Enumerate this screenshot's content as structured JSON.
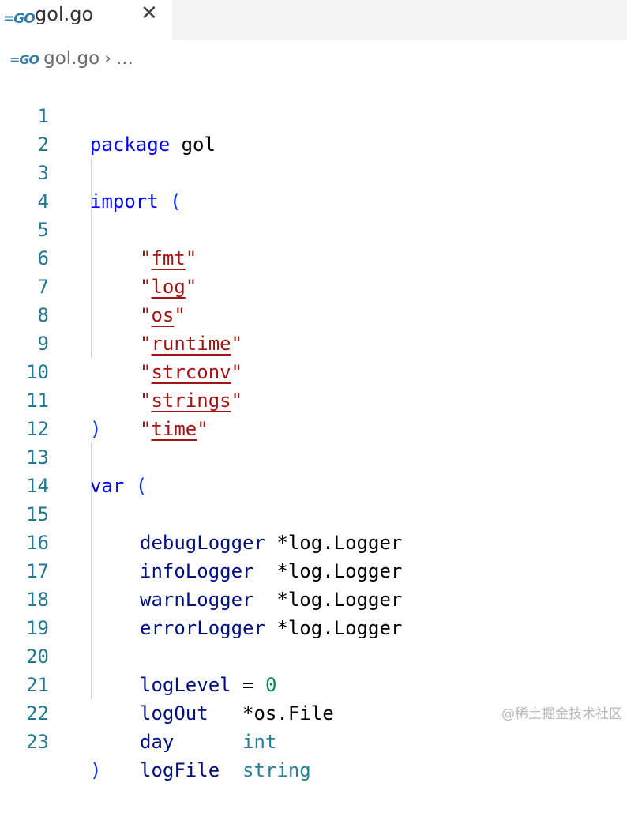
{
  "tab": {
    "logo": "=GO",
    "title": "gol.go",
    "close": "✕"
  },
  "breadcrumb": {
    "logo": "=GO",
    "file": "gol.go",
    "separator": "›",
    "more": "..."
  },
  "code": {
    "l1": {
      "n": "1",
      "kw": "package",
      "rest": " gol"
    },
    "l2": {
      "n": "2"
    },
    "l3": {
      "n": "3",
      "kw": "import",
      "punc": " ("
    },
    "l4": {
      "n": "4",
      "q1": "\"",
      "pkg": "fmt",
      "q2": "\""
    },
    "l5": {
      "n": "5",
      "q1": "\"",
      "pkg": "log",
      "q2": "\""
    },
    "l6": {
      "n": "6",
      "q1": "\"",
      "pkg": "os",
      "q2": "\""
    },
    "l7": {
      "n": "7",
      "q1": "\"",
      "pkg": "runtime",
      "q2": "\""
    },
    "l8": {
      "n": "8",
      "q1": "\"",
      "pkg": "strconv",
      "q2": "\""
    },
    "l9": {
      "n": "9",
      "q1": "\"",
      "pkg": "strings",
      "q2": "\""
    },
    "l10": {
      "n": "10",
      "q1": "\"",
      "pkg": "time",
      "q2": "\""
    },
    "l11": {
      "n": "11",
      "punc": ")"
    },
    "l12": {
      "n": "12"
    },
    "l13": {
      "n": "13",
      "kw": "var",
      "punc": " ("
    },
    "l14": {
      "n": "14",
      "id": "debugLogger",
      "rest": " *log.Logger"
    },
    "l15": {
      "n": "15",
      "id": "infoLogger",
      "rest": "  *log.Logger"
    },
    "l16": {
      "n": "16",
      "id": "warnLogger",
      "rest": "  *log.Logger"
    },
    "l17": {
      "n": "17",
      "id": "errorLogger",
      "rest": " *log.Logger"
    },
    "l18": {
      "n": "18"
    },
    "l19": {
      "n": "19",
      "id": "logLevel",
      "op": " = ",
      "num": "0"
    },
    "l20": {
      "n": "20",
      "id": "logOut",
      "rest": "   *os.File"
    },
    "l21": {
      "n": "21",
      "id": "day",
      "sp": "      ",
      "type": "int"
    },
    "l22": {
      "n": "22",
      "id": "logFile",
      "sp": "  ",
      "type": "string"
    },
    "l23": {
      "n": "23",
      "punc": ")"
    }
  },
  "watermark": "@稀土掘金技术社区",
  "colors": {
    "keyword": "#0000ff",
    "string": "#a31515",
    "identifier": "#001080",
    "type": "#267f99",
    "number": "#098658",
    "line_number": "#237893"
  }
}
